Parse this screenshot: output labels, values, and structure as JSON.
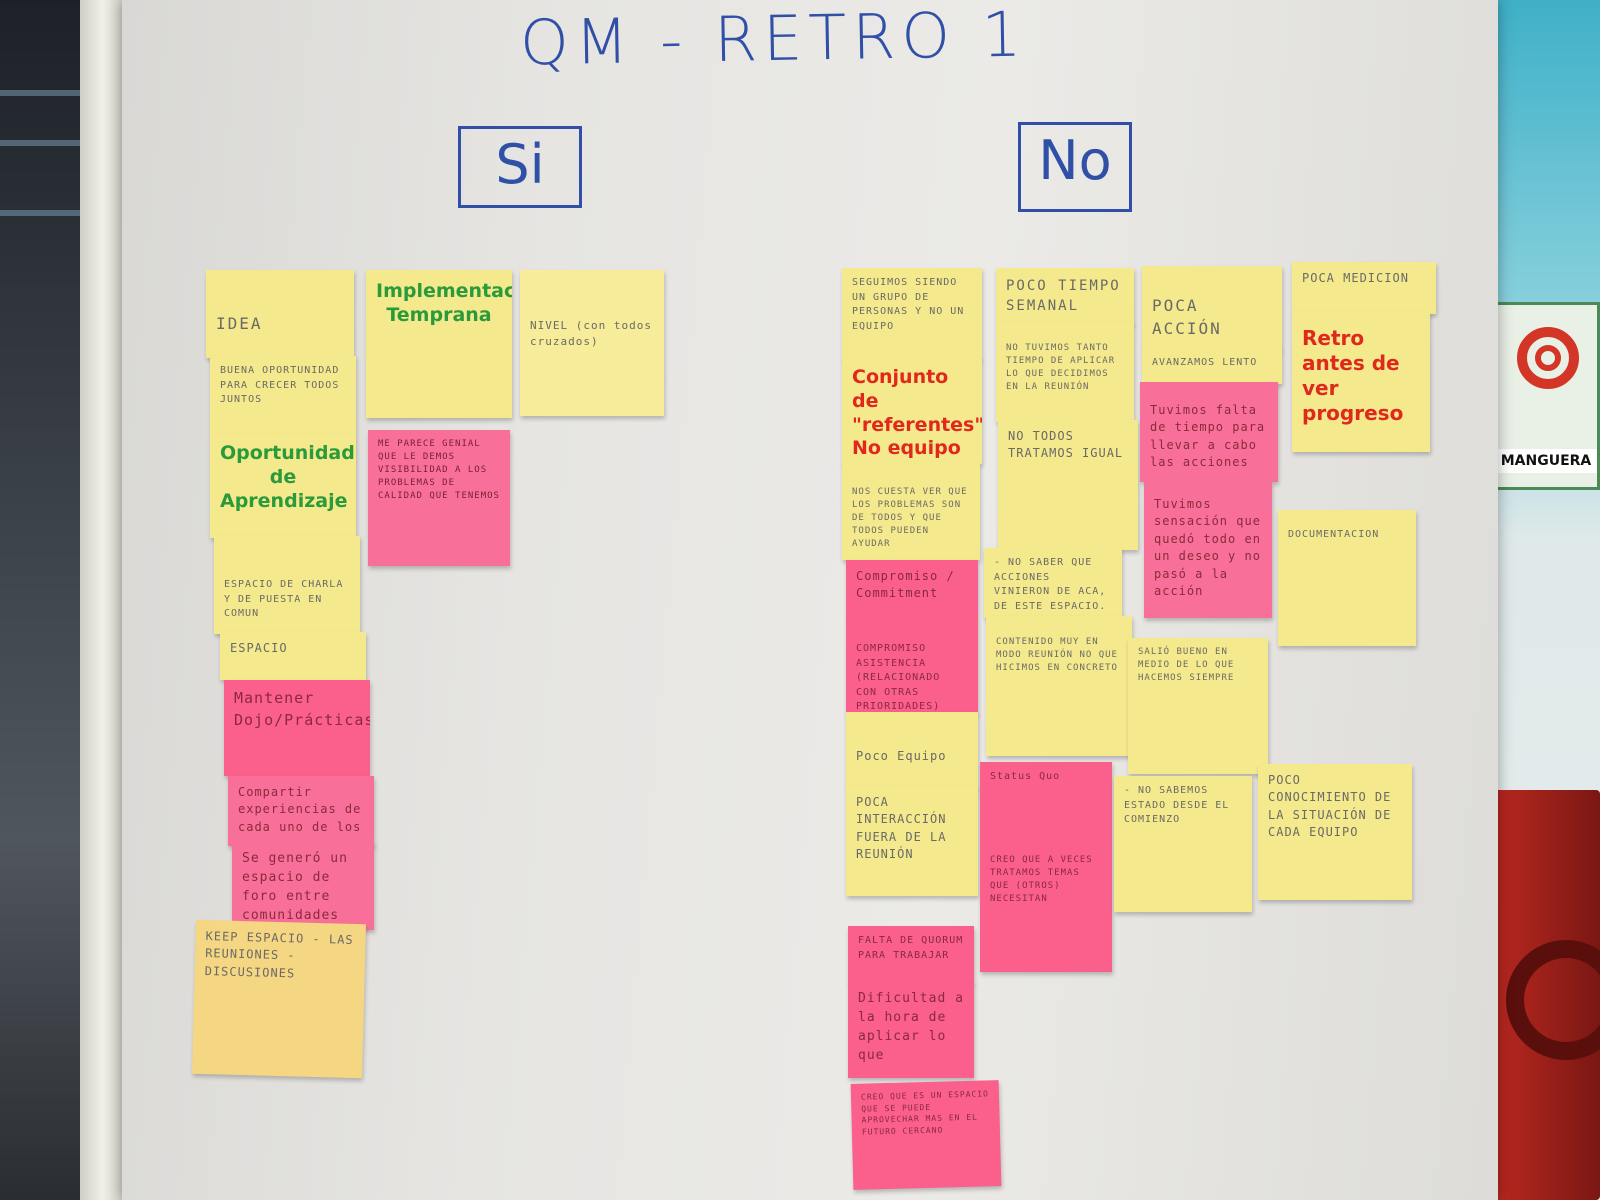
{
  "title": "QM - RETRO 1",
  "columns": {
    "si": "Si",
    "no": "No"
  },
  "hose_sign": "MANGUERA",
  "notes": {
    "idea": "IDEA",
    "buena_oportunidad": "BUENA OPORTUNIDAD PARA CRECER TODOS JUNTOS",
    "oportunidad": "Oportunidad de Aprendizaje",
    "espacio_charla": "ESPACIO DE CHARLA Y DE PUESTA EN COMUN",
    "espacio": "ESPACIO",
    "mantener": "Mantener Dojo/Prácticas",
    "compartir": "Compartir experiencias de cada uno de los",
    "se_genero": "Se generó un espacio de foro entre comunidades",
    "keep": "KEEP ESPACIO - LAS REUNIONES - DISCUSIONES",
    "implementacion": "Implementación Temprana",
    "me_parece": "ME PARECE GENIAL QUE LE DEMOS VISIBILIDAD A LOS PROBLEMAS DE CALIDAD QUE TENEMOS",
    "nivel": "NIVEL (con todos cruzados)",
    "seguimos": "SEGUIMOS SIENDO UN GRUPO DE PERSONAS Y NO UN EQUIPO",
    "conjunto": "Conjunto de \"referentes\" No equipo",
    "tenemos": "NOS CUESTA VER QUE LOS PROBLEMAS SON DE TODOS Y QUE TODOS PUEDEN AYUDAR",
    "compromiso": "Compromiso / Commitment",
    "compromiso_asistencia": "COMPROMISO ASISTENCIA (RELACIONADO CON OTRAS PRIORIDADES)",
    "poco_equipo": "Poco Equipo",
    "poca_interaccion": "POCA INTERACCIÓN FUERA DE LA REUNIÓN",
    "falta_de": "FALTA DE QUORUM PARA TRABAJAR",
    "dificultad": "Dificultad a la hora de aplicar lo que",
    "creo": "CREO QUE ES UN ESPACIO QUE SE PUEDE APROVECHAR MAS EN EL FUTURO CERCANO",
    "poco_tiempo": "POCO TIEMPO SEMANAL",
    "no_tuvimos": "NO TUVIMOS TANTO TIEMPO DE APLICAR LO QUE DECIDIMOS EN LA REUNIÓN",
    "no_todos": "NO TODOS TRATAMOS IGUAL",
    "no_saber": "- NO SABER QUE ACCIONES VINIERON DE ACA, DE ESTE ESPACIO.",
    "contenido": "CONTENIDO MUY EN MODO REUNIÓN NO QUE HICIMOS EN CONCRETO",
    "status_quo": "Status Quo",
    "creo_veces": "CREO QUE A VECES TRATAMOS TEMAS QUE (OTROS) NECESITAN",
    "poca_accion": "POCA ACCIÓN",
    "avanzamos": "AVANZAMOS LENTO",
    "tuvimos_falta": "Tuvimos falta de tiempo para llevar a cabo las acciones",
    "tuvimos_sensacion": "Tuvimos sensación que quedó todo en un deseo y no pasó a la acción",
    "salio_bueno": "SALIÓ BUENO EN MEDIO DE LO QUE HACEMOS SIEMPRE",
    "no_saber_estado": "- NO SABEMOS ESTADO DESDE EL COMIENZO",
    "poca_medicion": "POCA MEDICION",
    "retro_antes": "Retro antes de ver progreso",
    "documentacion": "DOCUMENTACION",
    "poco_conocimiento": "POCO CONOCIMIENTO DE LA SITUACIÓN DE CADA EQUIPO"
  }
}
